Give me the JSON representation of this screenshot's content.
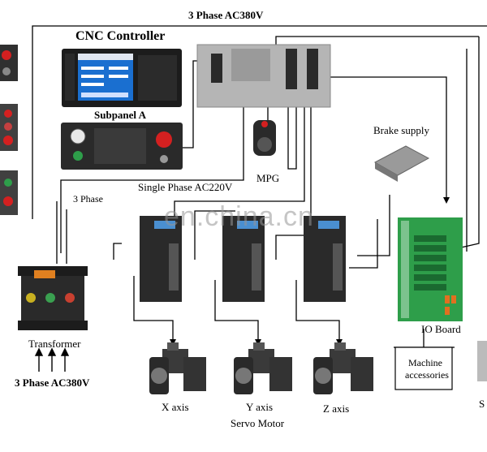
{
  "labels": {
    "top_power": "3 Phase AC380V",
    "cnc_controller": "CNC Controller",
    "subpanel": "Subpanel A",
    "brake_supply": "Brake supply",
    "mpg": "MPG",
    "single_phase": "Single Phase AC220V",
    "three_phase_small": "3 Phase",
    "transformer": "Transformer",
    "bottom_power": "3 Phase AC380V",
    "io_board": "IO Board",
    "machine_accessories_1": "Machine",
    "machine_accessories_2": "accessories",
    "x_axis": "X axis",
    "y_axis": "Y axis",
    "z_axis": "Z axis",
    "servo_motor": "Servo Motor",
    "cut_right": "S"
  },
  "watermark": "en.china.cn",
  "colors": {
    "line": "#000000",
    "driver_body": "#2a2a2a",
    "panel_face": "#1c1c1c",
    "screen": "#1a6fd0",
    "board_green": "#2e9e4a",
    "estop_red": "#d42020",
    "chassis": "#b5b5b5"
  }
}
